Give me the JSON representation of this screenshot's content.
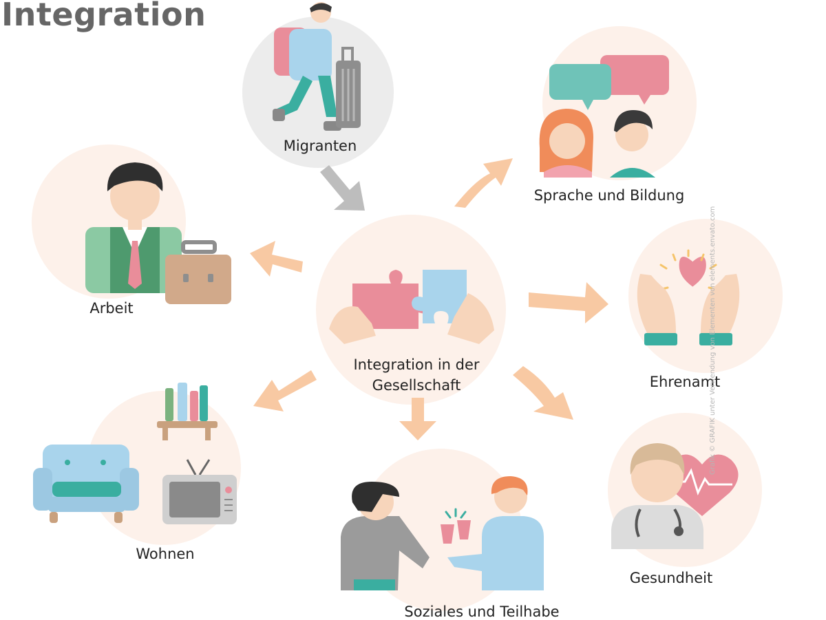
{
  "title": "Integration",
  "center": {
    "line1": "Integration in der",
    "line2": "Gesellschaft"
  },
  "nodes": {
    "migranten": "Migranten",
    "sprache": "Sprache und Bildung",
    "arbeit": "Arbeit",
    "ehrenamt": "Ehrenamt",
    "wohnen": "Wohnen",
    "soziales": "Soziales und Teilhabe",
    "gesundheit": "Gesundheit"
  },
  "credit": "Grafik © GRAFIK unter Verwendung von Elementen von elements.envato.com",
  "colors": {
    "title": "#666666",
    "gray_circle": "#ececec",
    "peach_circle": "#fdf1ea",
    "arrow_gray": "#bdbdbd",
    "arrow_orange": "#f8c9a3",
    "teal": "#3aaea0",
    "pink": "#e98d9a",
    "light_blue": "#a9d4ec"
  },
  "icons": [
    "walking-traveler-icon",
    "chat-bubbles-icon",
    "businessman-icon",
    "briefcase-icon",
    "puzzle-hands-icon",
    "heart-hands-icon",
    "armchair-icon",
    "bookshelf-icon",
    "tv-icon",
    "cheers-people-icon",
    "doctor-icon",
    "heart-pulse-icon"
  ]
}
